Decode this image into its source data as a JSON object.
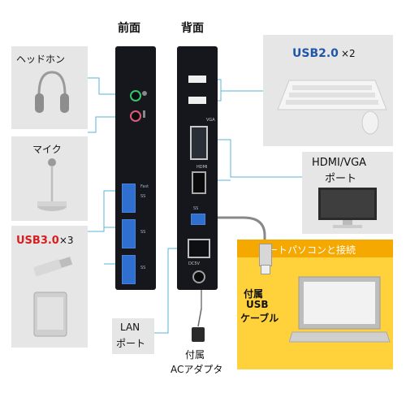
{
  "headers": {
    "front": "前面",
    "back": "背面"
  },
  "left_panels": {
    "headphone": {
      "label": "ヘッドホン"
    },
    "mic": {
      "label": "マイク"
    },
    "usb3": {
      "label": "USB3.0",
      "count": "×3"
    }
  },
  "right_panels": {
    "usb2": {
      "label": "USB2.0",
      "count": "×2"
    },
    "hdmi_vga": {
      "line1": "HDMI/VGA",
      "line2": "ポート"
    },
    "laptop": {
      "banner": "ノートパソコンと接続"
    }
  },
  "device_tags": {
    "fast": "Fast",
    "ss_front": [
      "SS",
      "SS",
      "SS"
    ],
    "vga": "VGA",
    "hdmi": "HDMI",
    "ss_back": "SS",
    "dc": "DC5V"
  },
  "callouts": {
    "usb_cable": [
      "付属",
      "USB",
      "ケーブル"
    ],
    "lan": [
      "LAN",
      "ポート"
    ],
    "ac_adapter": [
      "付属",
      "ACアダプタ"
    ]
  },
  "colors": {
    "panel_bg": "#e6e6e6",
    "laptop_panel_bg": "#ffd23c",
    "banner_bg": "#f5a800",
    "connector_line": "#5ab4d8",
    "usb3_port": "#2f6fd0",
    "device_body": "#15171c"
  }
}
